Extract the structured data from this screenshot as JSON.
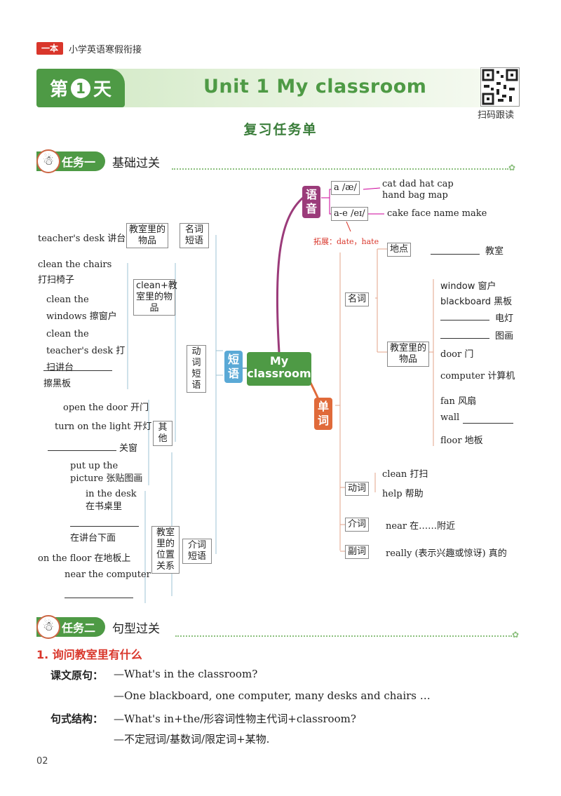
{
  "header": {
    "brand": "一本",
    "series": "小学英语寒假衔接"
  },
  "banner": {
    "day_prefix": "第",
    "day_num": "1",
    "day_suffix": "天",
    "unit_title": "Unit 1 My classroom",
    "qr_label": "扫码跟读"
  },
  "subtitle": "复习任务单",
  "task1": {
    "pill": "任务一",
    "title": "基础过关"
  },
  "mindmap": {
    "center": "My classroom",
    "yuyin": "语音",
    "duanyu": "短语",
    "danci": "单词",
    "phon1": {
      "symbol": "a /æ/",
      "words1": "cat  dad  hat  cap",
      "words2": "hand  bag  map"
    },
    "phon2": {
      "symbol": "a-e /eɪ/",
      "words": "cake  face  name  make"
    },
    "extend": "拓展：date，hate",
    "mingci_duanyu": "名词短语",
    "classroom_items": "教室里的物品",
    "teachers_desk": "teacher's desk 讲台",
    "dongci_duanyu": "动词短语",
    "clean_items": "clean+教室里的物品",
    "clean_chairs": "clean the chairs  打扫椅子",
    "clean_windows": "clean the windows 擦窗户",
    "clean_teacher": "clean the teacher's desk 打扫讲台",
    "blank_board": "擦黑板",
    "qita": "其他",
    "open_door": "open the door 开门",
    "turn_on": "turn on the light 开灯",
    "close_window": "关窗",
    "put_up": "put up the picture 张贴图画",
    "jieci_duanyu": "介词短语",
    "positions": "教室里的位置关系",
    "in_desk": "in the desk 在书桌里",
    "under_desk": "在讲台下面",
    "on_floor": "on the floor 在地板上",
    "near_computer": "near the computer",
    "mingci": "名词",
    "didian": "地点",
    "classroom_cn": "教室",
    "items_box": "教室里的物品",
    "window": "window 窗户",
    "blackboard": "blackboard 黑板",
    "light_cn": "电灯",
    "picture_cn": "图画",
    "door": "door 门",
    "computer": "computer 计算机",
    "fan": "fan 风扇",
    "wall": "wall",
    "floor": "floor 地板",
    "dongci": "动词",
    "clean": "clean 打扫",
    "help": "help 帮助",
    "jieci": "介词",
    "near": "near 在……附近",
    "fuci": "副词",
    "really": "really (表示兴趣或惊讶) 真的"
  },
  "task2": {
    "pill": "任务二",
    "title": "句型过关"
  },
  "section1": {
    "heading": "1. 询问教室里有什么",
    "label1": "课文原句：",
    "q": "—What's in the classroom?",
    "a": "—One blackboard, one computer, many desks and chairs …",
    "label2": "句式结构：",
    "s1": "—What's in+the/形容词性物主代词+classroom?",
    "s2": "—不定冠词/基数词/限定词+某物."
  },
  "page_number": "02",
  "colors": {
    "green": "#4e9a45",
    "red": "#d9362b",
    "purple": "#9b3b7a",
    "orange": "#e06a3a"
  }
}
